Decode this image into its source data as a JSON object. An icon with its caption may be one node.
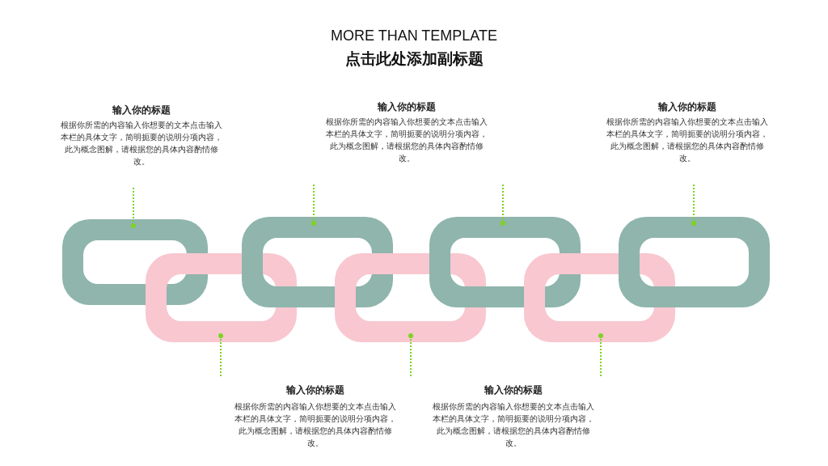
{
  "diagram": {
    "title": "MORE THAN TEMPLATE",
    "nodes": [
      {
        "text": [],
        "shape": "box"
      },
      {
        "text": [],
        "shape": "box"
      },
      {
        "text": [],
        "shape": "box"
      },
      {
        "text": [],
        "shape": "box"
      },
      {
        "text": [],
        "shape": "box"
      },
      {
        "text": [],
        "shape": "box"
      },
      {
        "text": [],
        "shape": "box"
      }
    ],
    "edges": [
      {
        "from": null,
        "to": 0,
        "arrow": "other",
        "style": "dashed"
      },
      {
        "from": null,
        "to": 2,
        "arrow": "other",
        "style": "dashed"
      },
      {
        "from": null,
        "to": 4,
        "arrow": "other",
        "style": "dashed"
      },
      {
        "from": null,
        "to": 6,
        "arrow": "other",
        "style": "dashed"
      },
      {
        "from": null,
        "to": 1,
        "arrow": "other",
        "style": "dashed"
      },
      {
        "from": null,
        "to": 3,
        "arrow": "other",
        "style": "dashed"
      },
      {
        "from": null,
        "to": 5,
        "arrow": "other",
        "style": "dashed"
      }
    ],
    "labels": [
      "点击此处添加副标题",
      "输入你的标题",
      "根据你所需的内容输入你想要的文本点击输入本栏的具体文字，简明扼要的说明分项内容，此为概念图解，请根据您的具体内容酌情修改。",
      "输入你的标题",
      "根据你所需的内容输入你想要的文本点击输入本栏的具体文字，简明扼要的说明分项内容，此为概念图解，请根据您的具体内容酌情修改。",
      "输入你的标题",
      "根据你所需的内容输入你想要的文本点击输入本栏的具体文字，简明扼要的说明分项内容，此为概念图解，请根据您的具体内容酌情修改。",
      "输入你的标题",
      "根据你所需的内容输入你想要的文本点击输入本栏的具体文字，简明扼要的说明分项内容，此为概念图解，请根据您的具体内容酌情修改。",
      "输入你的标题",
      "根据你所需的内容输入你想要的文本点击输入本栏的具体文字，简明扼要的说明分项内容，此为概念图解，请根据您的具体内容酌情修改。"
    ]
  }
}
